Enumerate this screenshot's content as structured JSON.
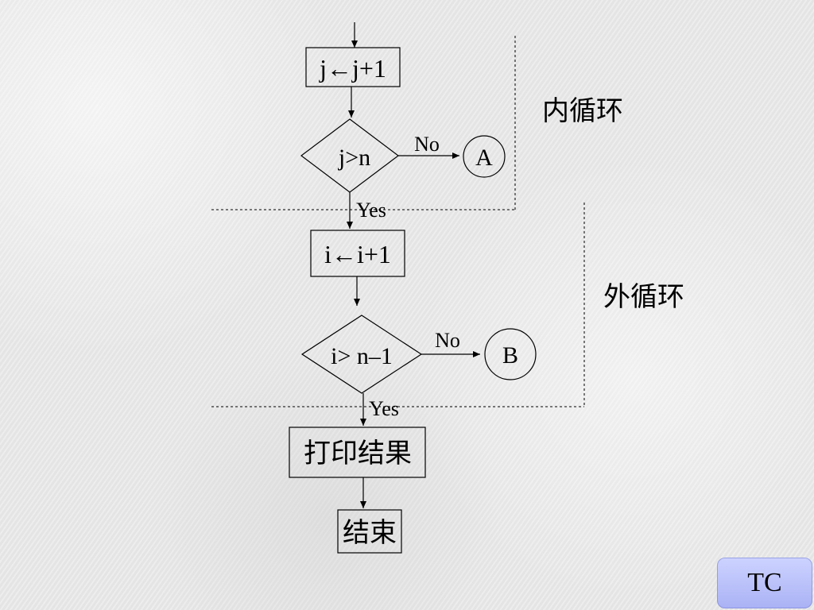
{
  "nodes": {
    "inc_j": "j←j+1",
    "test_j": "j>n",
    "connector_a": "A",
    "inc_i": "i←i+1",
    "test_i": "i> n–1",
    "connector_b": "B",
    "print": "打印结果",
    "end": "结束"
  },
  "edges": {
    "test_j_no": "No",
    "test_j_yes": "Yes",
    "test_i_no": "No",
    "test_i_yes": "Yes"
  },
  "regions": {
    "inner_loop": "内循环",
    "outer_loop": "外循环"
  },
  "badge": {
    "label": "TC"
  },
  "colors": {
    "badge": "#aab2f5"
  }
}
